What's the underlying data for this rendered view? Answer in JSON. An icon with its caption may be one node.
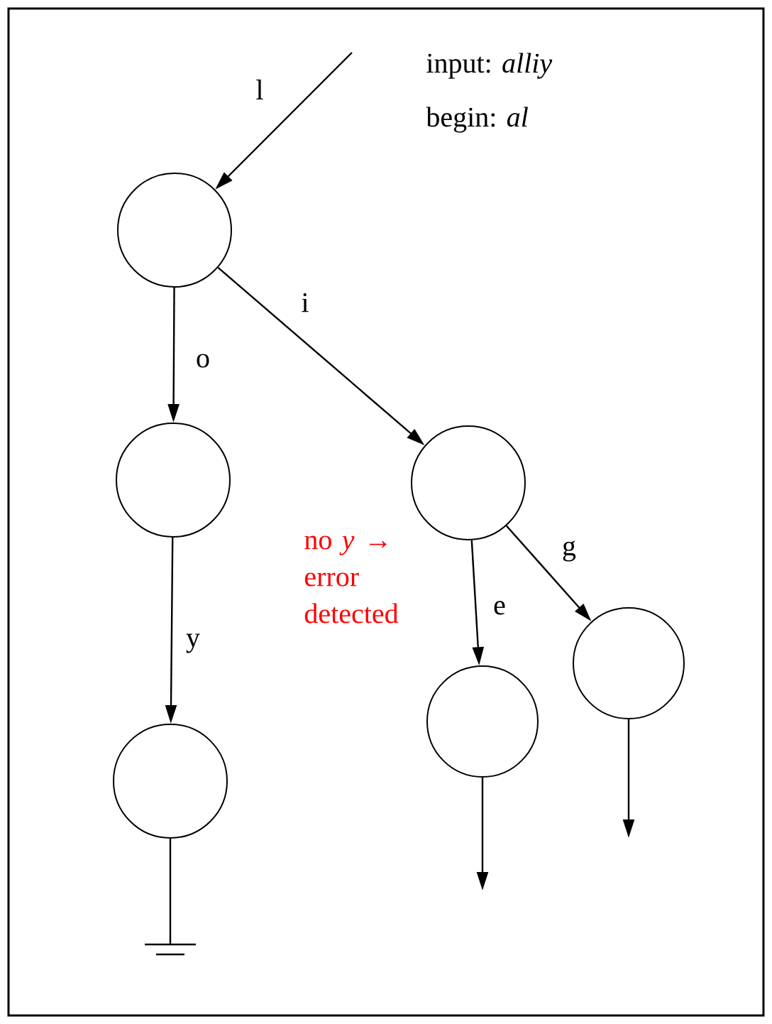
{
  "diagram": {
    "nodes": [
      {
        "text": [],
        "shape": "circle"
      },
      {
        "text": [],
        "shape": "circle"
      },
      {
        "text": [],
        "shape": "circle"
      },
      {
        "text": [],
        "shape": "circle"
      },
      {
        "text": [],
        "shape": "circle"
      },
      {
        "text": [],
        "shape": "circle"
      }
    ],
    "edges": [
      {
        "from": null,
        "to": 0,
        "arrow": "to",
        "label": "l"
      },
      {
        "from": 0,
        "to": 1,
        "arrow": "to",
        "label": "o"
      },
      {
        "from": 0,
        "to": 2,
        "arrow": "to",
        "label": "i"
      },
      {
        "from": 1,
        "to": 3,
        "arrow": "to",
        "label": "y"
      },
      {
        "from": 2,
        "to": 4,
        "arrow": "to",
        "label": "e"
      },
      {
        "from": 2,
        "to": 5,
        "arrow": "to",
        "label": "g"
      },
      {
        "from": 4,
        "to": null,
        "arrow": "to"
      },
      {
        "from": 5,
        "to": null,
        "arrow": "to"
      },
      {
        "from": 3,
        "to": null,
        "arrow": "none"
      }
    ],
    "labels": [
      "input: *alliy*",
      "begin: *al*",
      "no *y* → error detected"
    ]
  }
}
